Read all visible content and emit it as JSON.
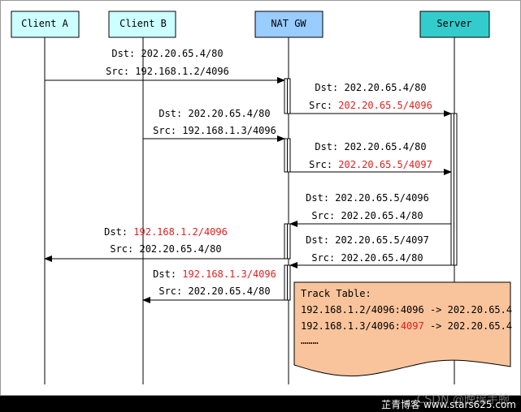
{
  "colors": {
    "client": "#ccffff",
    "nat": "#99ccff",
    "server": "#33cccc",
    "note": "#f9c49c",
    "highlight": "#e02020",
    "text": "#000000"
  },
  "participants": [
    {
      "id": "client-a",
      "label": "Client A"
    },
    {
      "id": "client-b",
      "label": "Client B"
    },
    {
      "id": "nat-gw",
      "label": "NAT GW"
    },
    {
      "id": "server",
      "label": "Server"
    }
  ],
  "messages": [
    {
      "dst_prefix": "Dst: ",
      "dst": "202.20.65.4/80",
      "src_prefix": "Src: ",
      "src": "192.168.1.2/4096"
    },
    {
      "dst_prefix": "Dst: ",
      "dst": "202.20.65.4/80",
      "src_prefix": "Src: ",
      "src": "202.20.65.5/4096",
      "src_hl": true
    },
    {
      "dst_prefix": "Dst: ",
      "dst": "202.20.65.4/80",
      "src_prefix": "Src: ",
      "src": "192.168.1.3/4096"
    },
    {
      "dst_prefix": "Dst: ",
      "dst": "202.20.65.4/80",
      "src_prefix": "Src: ",
      "src": "202.20.65.5/4097",
      "src_hl": true
    },
    {
      "dst_prefix": "Dst: ",
      "dst": "202.20.65.5/4096",
      "src_prefix": "Src: ",
      "src": "202.20.65.4/80"
    },
    {
      "dst_prefix": "Dst: ",
      "dst": "192.168.1.2/4096",
      "dst_hl": true,
      "src_prefix": "Src: ",
      "src": "202.20.65.4/80"
    },
    {
      "dst_prefix": "Dst: ",
      "dst": "202.20.65.5/4097",
      "src_prefix": "Src: ",
      "src": "202.20.65.4/80"
    },
    {
      "dst_prefix": "Dst: ",
      "dst": "192.168.1.3/4096",
      "dst_hl": true,
      "src_prefix": "Src: ",
      "src": "202.20.65.4/80"
    }
  ],
  "track_table": {
    "title": "Track Table:",
    "rows": [
      {
        "pre": "192.168.1.2/4096:4096",
        "hl": "",
        "post": " -> 202.20.65.4"
      },
      {
        "pre": "192.168.1.3/4096:",
        "hl": "4097",
        "post": " -> 202.20.65.4"
      }
    ],
    "ellipsis": "………"
  },
  "footer": {
    "site": "芷青博客 www.stars625.com",
    "watermark": "CSDN @晚瑶手腕"
  }
}
